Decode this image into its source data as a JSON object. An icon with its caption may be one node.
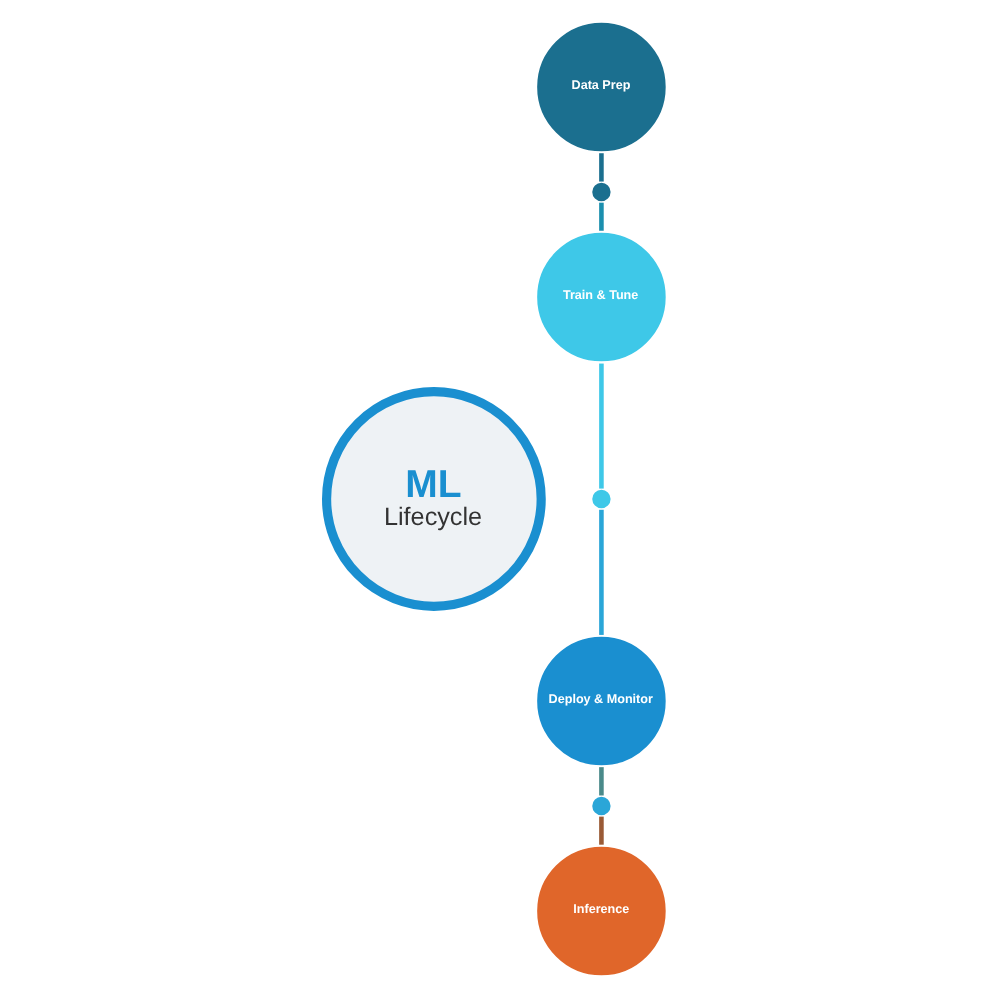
{
  "diagram": {
    "nodes": [
      {
        "text": [
          "ML",
          "Lifecycle"
        ]
      },
      {
        "text": [
          "Data Prep"
        ]
      },
      {
        "text": [],
        "shape": "circle"
      },
      {
        "text": [
          "Train & Tune"
        ]
      },
      {
        "text": [],
        "shape": "circle"
      },
      {
        "text": [
          "Deploy & Monitor"
        ]
      },
      {
        "text": [],
        "shape": "circle"
      },
      {
        "text": [
          "Inference"
        ]
      }
    ],
    "edges": [
      {
        "from": 1,
        "to": 2,
        "arrow": "none",
        "color": "#1b6f8f"
      },
      {
        "from": 2,
        "to": 3,
        "arrow": "none",
        "color": "#1b8fae"
      },
      {
        "from": 3,
        "to": 4,
        "arrow": "none",
        "color": "#3ec8e8"
      },
      {
        "from": 4,
        "to": 5,
        "arrow": "none",
        "color": "#2aa6d8"
      },
      {
        "from": 5,
        "to": 6,
        "arrow": "none",
        "color": "#4a8a8a"
      },
      {
        "from": 6,
        "to": 7,
        "arrow": "none",
        "color": "#9a5a35"
      }
    ]
  }
}
